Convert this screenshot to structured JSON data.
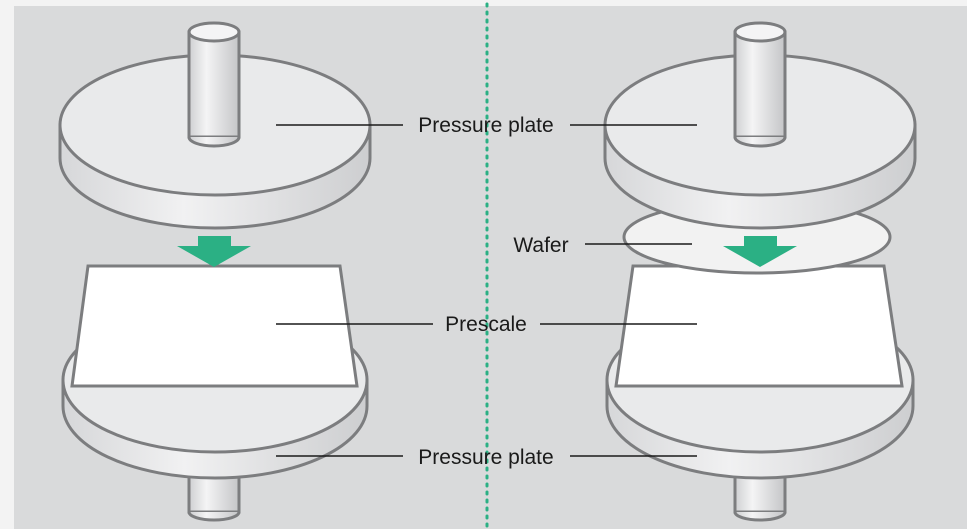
{
  "colors": {
    "background": "#d9dadb",
    "page_margin": "#f3f3f3",
    "divider": "#2bb084",
    "arrow": "#2bb084",
    "plate_fill": "#e9eaeb",
    "plate_stroke": "#7c7d7f",
    "prescale_fill": "#ffffff",
    "wafer_fill": "#f2f2f2"
  },
  "labels": {
    "pressure_plate_top": "Pressure plate",
    "pressure_plate_bottom": "Pressure plate",
    "prescale": "Prescale",
    "wafer": "Wafer"
  },
  "icons": {
    "press_arrow_left": "arrow-down-icon",
    "press_arrow_right": "arrow-down-icon"
  }
}
